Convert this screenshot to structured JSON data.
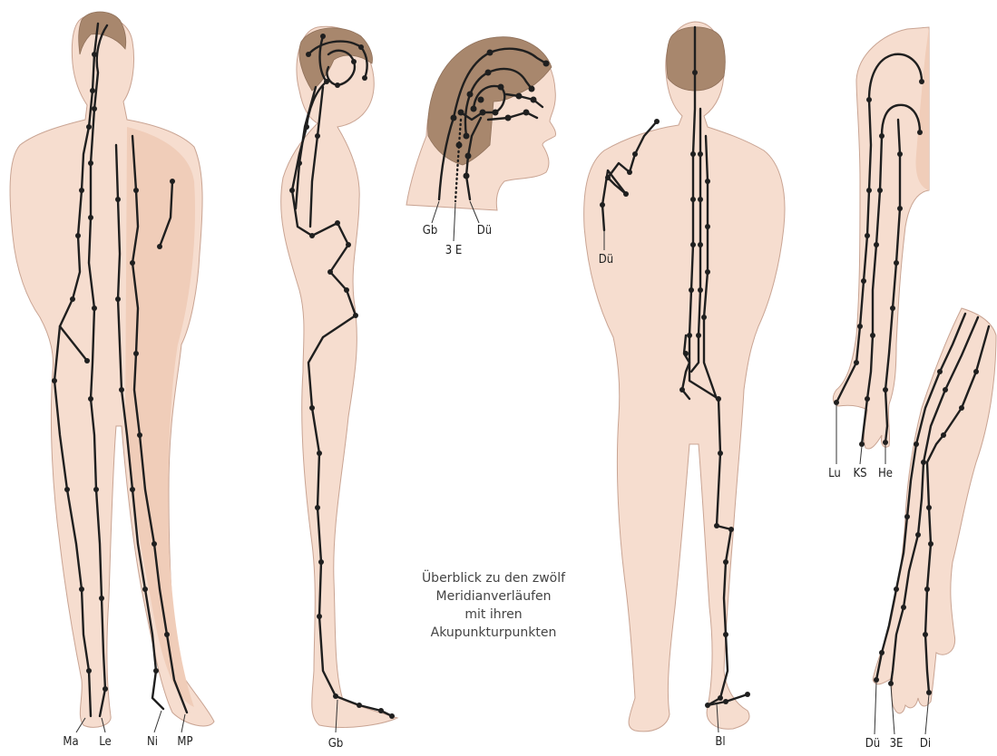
{
  "caption": {
    "line1": "Überblick zu den zwölf",
    "line2": "Meridianverläufen",
    "line3": "mit ihren",
    "line4": "Akupunkturpunkten"
  },
  "labels": {
    "front_ma": "Ma",
    "front_le": "Le",
    "front_ni": "Ni",
    "front_mp": "MP",
    "side_gb": "Gb",
    "head_gb": "Gb",
    "head_3e": "3 E",
    "head_du": "Dü",
    "back_du": "Dü",
    "back_bl": "Bl",
    "arm_lu": "Lu",
    "arm_ks": "KS",
    "arm_he": "He",
    "arm_du": "Dü",
    "arm_3e": "3E",
    "arm_di": "Di"
  },
  "colors": {
    "skin": "#f6ddcf",
    "skin_shadow": "#f0cdb9",
    "hair": "#a8876d",
    "meridian": "#1f1f1f"
  }
}
